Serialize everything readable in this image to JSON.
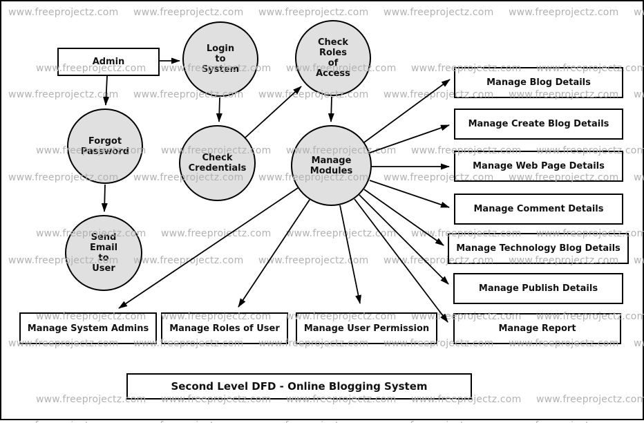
{
  "colors": {
    "background": "#ffffff",
    "stroke": "#000000",
    "node-fill": "#e0e0e0",
    "watermark": "#b2b2b2"
  },
  "watermark": {
    "text": "www.freeprojectz.com"
  },
  "diagram": {
    "title_box": "Second Level DFD - Online Blogging System",
    "entities": {
      "admin": "Admin"
    },
    "processes": {
      "login": "Login\nto\nSystem",
      "check_roles": "Check\nRoles\nof\nAccess",
      "forgot_password": "Forgot\nPassword",
      "check_credentials": "Check\nCredentials",
      "manage_modules": "Manage\nModules",
      "send_email": "Send\nEmail\nto\nUser"
    },
    "stores": {
      "blog": "Manage Blog Details",
      "create_blog": "Manage Create Blog Details",
      "web_page": "Manage Web Page Details",
      "comment": "Manage Comment Details",
      "technology_blog": "Manage Technology Blog Details",
      "publish": "Manage Publish Details",
      "report": "Manage Report",
      "system_admins": "Manage System Admins",
      "roles_of_user": "Manage Roles of User",
      "user_permission": "Manage User Permission"
    }
  }
}
